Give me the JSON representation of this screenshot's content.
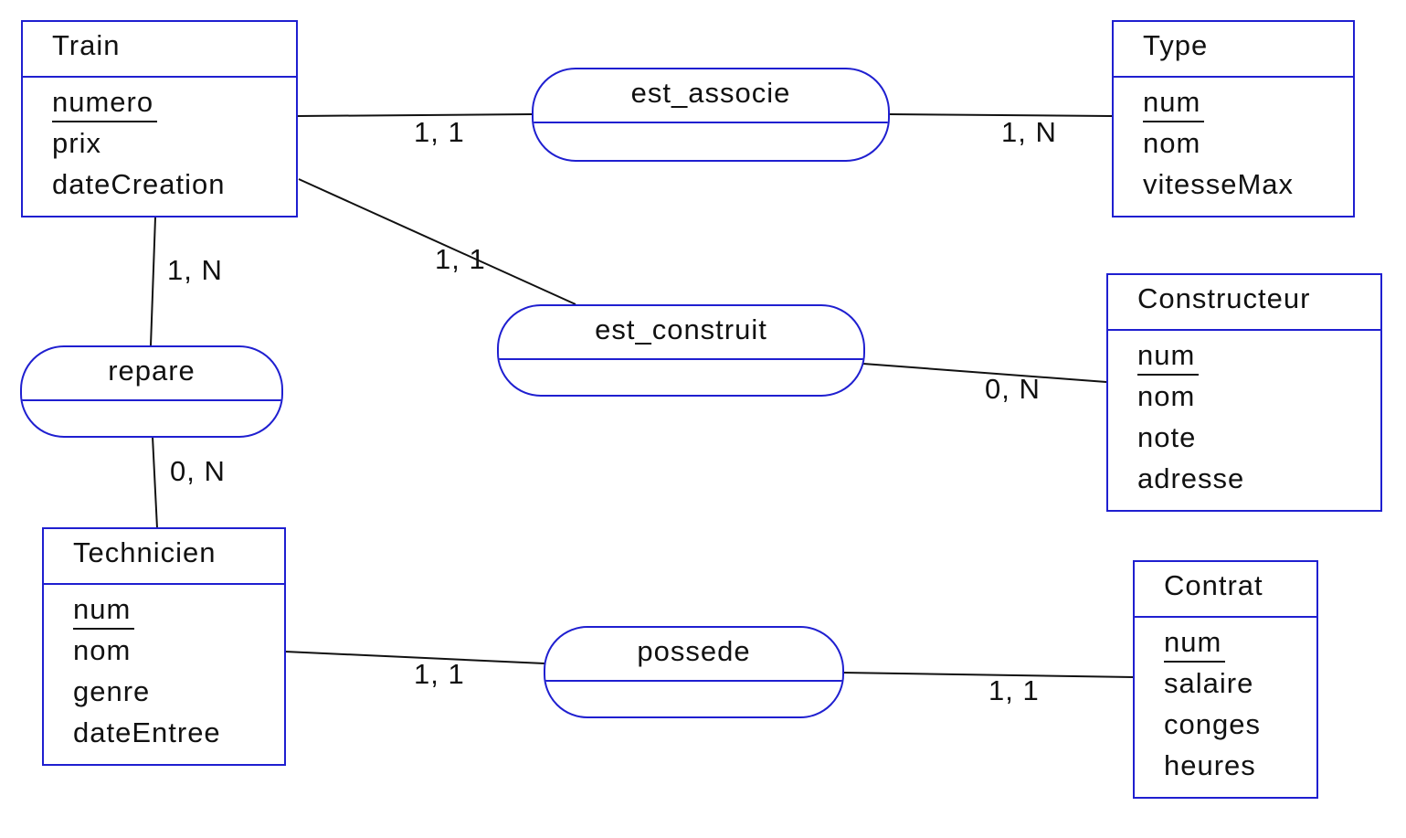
{
  "entities": {
    "train": {
      "name": "Train",
      "attrs": [
        "numero",
        "prix",
        "dateCreation"
      ]
    },
    "type": {
      "name": "Type",
      "attrs": [
        "num",
        "nom",
        "vitesseMax"
      ]
    },
    "constructeur": {
      "name": "Constructeur",
      "attrs": [
        "num",
        "nom",
        "note",
        "adresse"
      ]
    },
    "technicien": {
      "name": "Technicien",
      "attrs": [
        "num",
        "nom",
        "genre",
        "dateEntree"
      ]
    },
    "contrat": {
      "name": "Contrat",
      "attrs": [
        "num",
        "salaire",
        "conges",
        "heures"
      ]
    }
  },
  "associations": {
    "est_associe": "est_associe",
    "est_construit": "est_construit",
    "repare": "repare",
    "possede": "possede"
  },
  "cardinalities": {
    "train_est_associe": "1, 1",
    "type_est_associe": "1, N",
    "train_est_construit": "1, 1",
    "constructeur_est_construit": "0, N",
    "train_repare": "1, N",
    "technicien_repare": "0, N",
    "technicien_possede": "1, 1",
    "contrat_possede": "1, 1"
  },
  "colors": {
    "border": "#1f1fd0",
    "line": "#111111"
  }
}
